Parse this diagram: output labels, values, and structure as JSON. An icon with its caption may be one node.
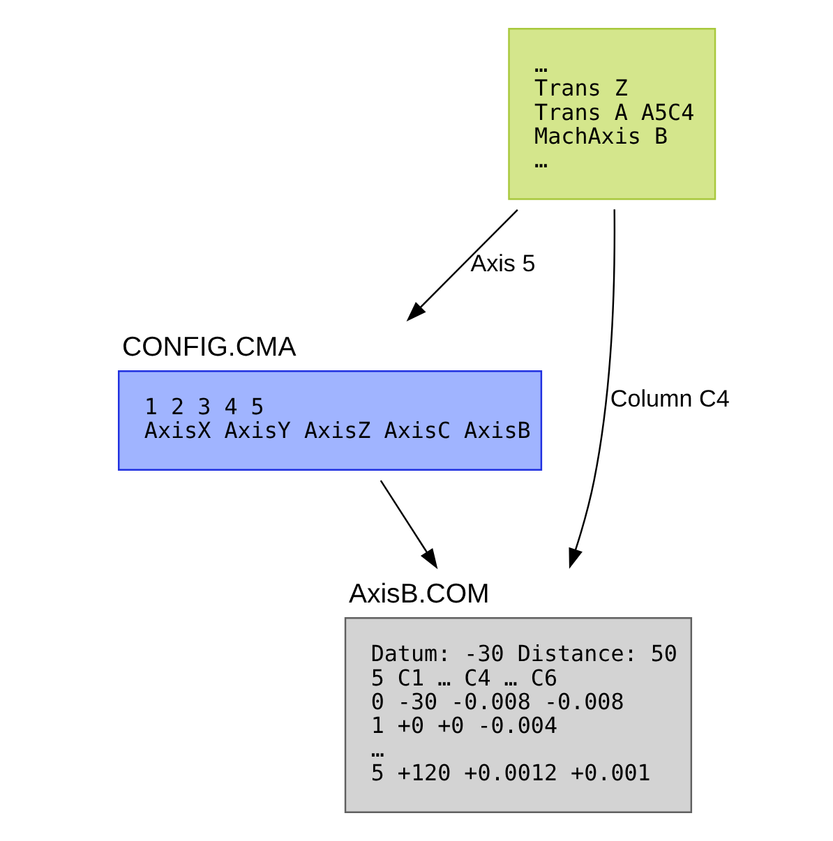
{
  "diagram": {
    "nodes": [
      {
        "text": [
          "…",
          "Trans Z",
          "Trans A A5C4",
          "MachAxis B",
          "…"
        ]
      },
      {
        "text": [
          "CONFIG.CMA",
          "1 2 3 4 5",
          "AxisX AxisY AxisZ AxisC AxisB"
        ]
      },
      {
        "text": [
          "AxisB.COM",
          "Datum: -30 Distance: 50",
          "5 C1 … C4 … C6",
          "0 -30 -0.008 -0.008",
          "1 +0 +0 -0.004",
          "…",
          "5 +120 +0.0012 +0.001"
        ]
      }
    ],
    "edges": [
      {
        "from": 0,
        "to": 1,
        "arrow": "to",
        "label": "Axis 5"
      },
      {
        "from": 0,
        "to": 2,
        "arrow": "to",
        "label": "Column C4"
      },
      {
        "from": 1,
        "to": 2,
        "arrow": "to"
      }
    ]
  }
}
